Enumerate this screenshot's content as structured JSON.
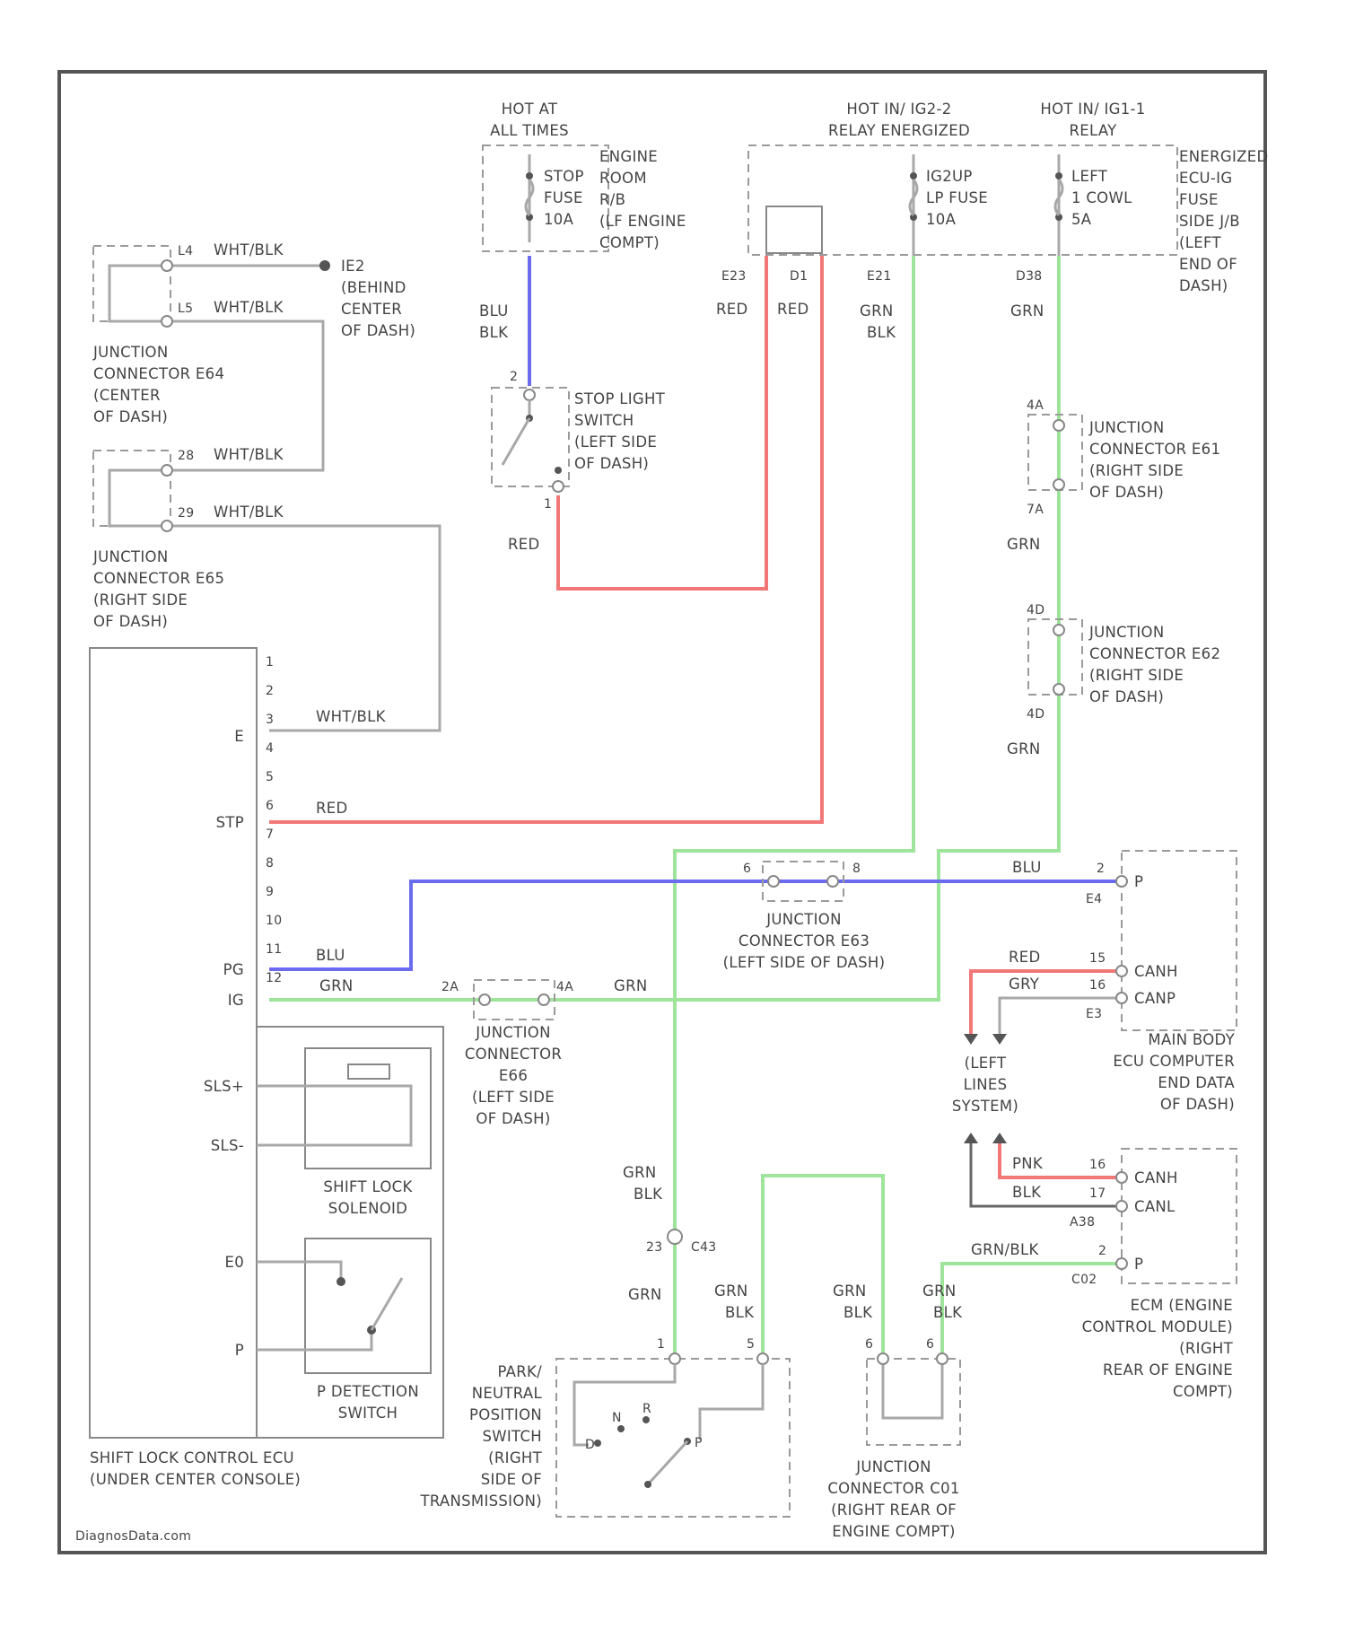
{
  "labels": {
    "hot_at_all_times": [
      "HOT AT",
      "ALL TIMES"
    ],
    "hot_ig2": [
      "HOT IN/ IG2-2",
      "RELAY ENERGIZED"
    ],
    "hot_ig1": [
      "HOT IN/ IG1-1",
      "RELAY"
    ],
    "energized": [
      "ENERGIZED",
      "ECU-IG",
      "FUSE",
      "SIDE J/B",
      "(LEFT",
      "END OF",
      "DASH)"
    ],
    "stop_fuse": [
      "STOP",
      "FUSE",
      "10A"
    ],
    "engine_relay_box": [
      "ENGINE",
      "ROOM",
      "R/B",
      "(LF ENGINE",
      "COMPT)"
    ],
    "ig_fuse": [
      "IG2UP",
      "LP FUSE",
      "10A"
    ],
    "ecu_fuse": [
      "LEFT",
      "1 COWL",
      "5A"
    ],
    "ground": [
      "IE2",
      "(BEHIND",
      "CENTER",
      "OF DASH)"
    ],
    "jc_e64": [
      "JUNCTION",
      "CONNECTOR E64",
      "(CENTER",
      "OF DASH)"
    ],
    "jc_e65": [
      "JUNCTION",
      "CONNECTOR E65",
      "(RIGHT SIDE",
      "OF DASH)"
    ],
    "stop_switch": [
      "STOP LIGHT",
      "SWITCH",
      "(LEFT SIDE",
      "OF DASH)"
    ],
    "jc_e61": [
      "JUNCTION",
      "CONNECTOR E61",
      "(RIGHT SIDE",
      "OF DASH)"
    ],
    "jc_e62": [
      "JUNCTION",
      "CONNECTOR E62",
      "(RIGHT SIDE",
      "OF DASH)"
    ],
    "jc_e63": [
      "JUNCTION",
      "CONNECTOR E63",
      "(LEFT SIDE OF DASH)"
    ],
    "jc_e66": [
      "JUNCTION",
      "CONNECTOR",
      "E66",
      "(LEFT SIDE",
      "OF DASH)"
    ],
    "main_body_ecu": [
      "MAIN BODY",
      "ECU COMPUTER",
      "END DATA",
      "OF DASH)"
    ],
    "can_system": [
      "(LEFT",
      "LINES",
      "SYSTEM)"
    ],
    "ecm": [
      "ECM (ENGINE",
      "CONTROL MODULE)",
      "(RIGHT",
      "REAR OF ENGINE",
      "COMPT)"
    ],
    "shift_lock_solenoid": [
      "SHIFT LOCK",
      "SOLENOID"
    ],
    "p_detection_switch": [
      "P DETECTION",
      "SWITCH"
    ],
    "shift_lock_ecu": [
      "SHIFT LOCK CONTROL ECU",
      "(UNDER CENTER CONSOLE)"
    ],
    "pnp_switch": [
      "PARK/",
      "NEUTRAL",
      "POSITION",
      "SWITCH",
      "(RIGHT",
      "SIDE OF",
      "TRANSMISSION)"
    ],
    "jc_c01": [
      "JUNCTION",
      "CONNECTOR C01",
      "(RIGHT REAR OF",
      "ENGINE COMPT)"
    ],
    "watermark": "DiagnosData.com"
  },
  "wire_colors": {
    "wht_blk": "WHT/BLK",
    "blu_blk": [
      "BLU",
      "BLK"
    ],
    "red": "RED",
    "grn": "GRN",
    "grn_blk": [
      "GRN",
      "BLK"
    ],
    "blu": "BLU",
    "gry": "GRY",
    "pnk": "PNK",
    "blk": "BLK",
    "grn_blk_inline": "GRN/BLK"
  },
  "terminals": {
    "e": "E",
    "stp": "STP",
    "pg": "PG",
    "ig": "IG",
    "sls_plus": "SLS+",
    "sls_minus": "SLS-",
    "e0": "E0",
    "p": "P",
    "canh": "CANH",
    "canl": "CANL",
    "canp": "CANP",
    "p_ecm": "P"
  },
  "pins": {
    "e64_a": "L4",
    "e64_b": "L5",
    "e65_a": "28",
    "e65_b": "29",
    "relay_e23": "E23",
    "relay_d1": "D1",
    "relay_e21": "E21",
    "relay_d38": "D38",
    "stop_2": "2",
    "stop_1": "1",
    "e61_top": "4A",
    "e61_bot": "7A",
    "e62_top": "4D",
    "e62_bot": "4D",
    "e63_a": "6",
    "e63_b": "8",
    "e66_a": "2A",
    "e66_b": "4A",
    "mb_p": "2",
    "mb_e4": "E4",
    "mb_15": "15",
    "mb_16": "16",
    "mb_e3": "E3",
    "ecm_16": "16",
    "ecm_17": "17",
    "ecm_a38": "A38",
    "ecm_2": "2",
    "ecm_c02": "C02",
    "c43_23": "23",
    "c43": "C43",
    "pnp_1": "1",
    "pnp_5": "5",
    "c01_a": "6",
    "c01_b": "6",
    "pnp_p": "P",
    "pnp_r": "R",
    "pnp_n": "N",
    "pnp_d": "D"
  },
  "ecu_pins": [
    "1",
    "2",
    "3",
    "4",
    "5",
    "6",
    "7",
    "8",
    "9",
    "10",
    "11",
    "12"
  ],
  "colors": {
    "red_wire": "#f27878",
    "blue_wire": "#6b6bf0",
    "green_wire": "#9ee49a",
    "gray_wire": "#a8a8a8",
    "black_wire": "#555555"
  }
}
